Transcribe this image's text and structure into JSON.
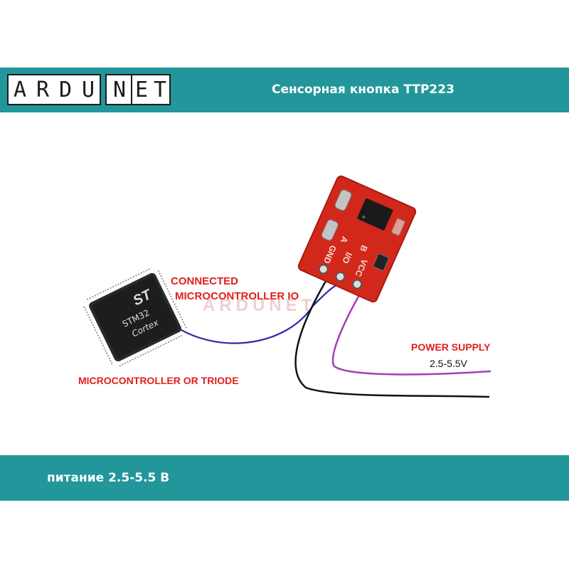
{
  "header": {
    "logo_letters": [
      "A",
      "R",
      "D",
      "U",
      "N",
      "E",
      "T"
    ],
    "title": "Сенсорная кнопка TTP223"
  },
  "footer": {
    "text": "питание 2.5-5.5 В"
  },
  "diagram": {
    "chip": {
      "logo": "ST",
      "line1": "STM32",
      "line2": "Cortex"
    },
    "module": {
      "pins": [
        "GND",
        "I/O",
        "VCC"
      ],
      "pads": [
        "A",
        "B"
      ]
    },
    "watermark": "ARDUNET",
    "labels": {
      "connected_line1": "CONNECTED",
      "connected_line2": "MICROCONTROLLER IO",
      "microcontroller": "MICROCONTROLLER OR TRIODE",
      "power_supply": "POWER SUPPLY",
      "voltage": "2.5-5.5V"
    }
  },
  "colors": {
    "band": "#22969b",
    "label_red": "#e0201c",
    "wire_blue": "#2c2ca8",
    "wire_purple": "#a33db8",
    "pcb_red": "#d2281c"
  }
}
